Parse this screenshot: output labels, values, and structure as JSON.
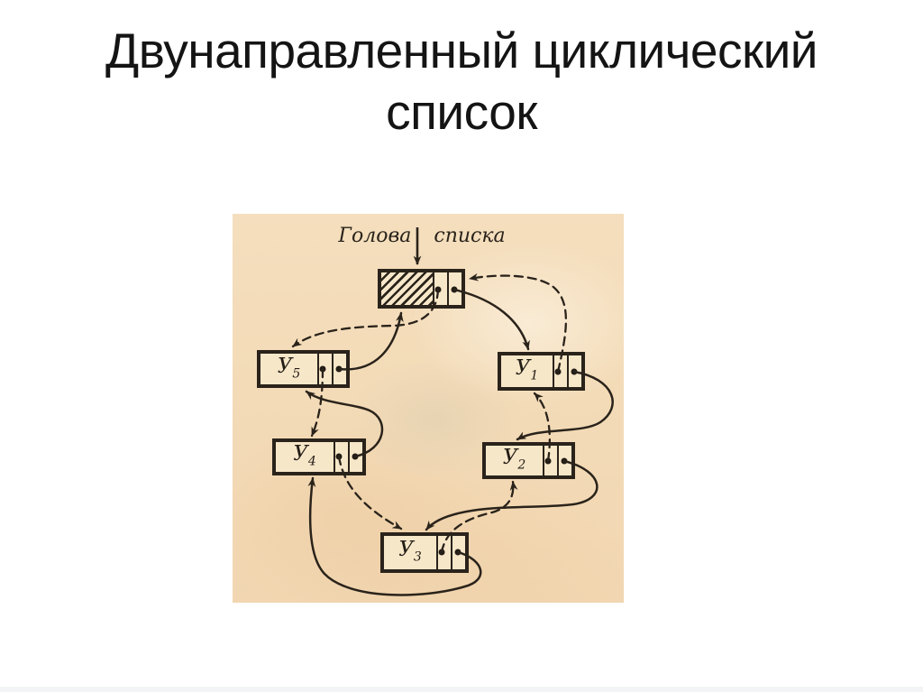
{
  "title": {
    "line1": "Двунаправленный циклический",
    "line2": "список"
  },
  "figure": {
    "head_pointer_label": "Голова списка",
    "nodes": {
      "head": {
        "role": "list-head",
        "label": "",
        "sub": ""
      },
      "u1": {
        "label": "У",
        "sub": "1"
      },
      "u2": {
        "label": "У",
        "sub": "2"
      },
      "u3": {
        "label": "У",
        "sub": "3"
      },
      "u4": {
        "label": "У",
        "sub": "4"
      },
      "u5": {
        "label": "У",
        "sub": "5"
      }
    },
    "links": {
      "forward_solid": [
        "head→У1",
        "У1→У2",
        "У2→У3",
        "У3→У4",
        "У4→У5",
        "У5→head"
      ],
      "backward_dashed": [
        "У1→head",
        "У2→У1",
        "У3→У2",
        "У4→У3",
        "У5→У4",
        "head→У5"
      ]
    },
    "colors": {
      "paper": "#f3dab6",
      "ink": "#2a231b"
    }
  }
}
